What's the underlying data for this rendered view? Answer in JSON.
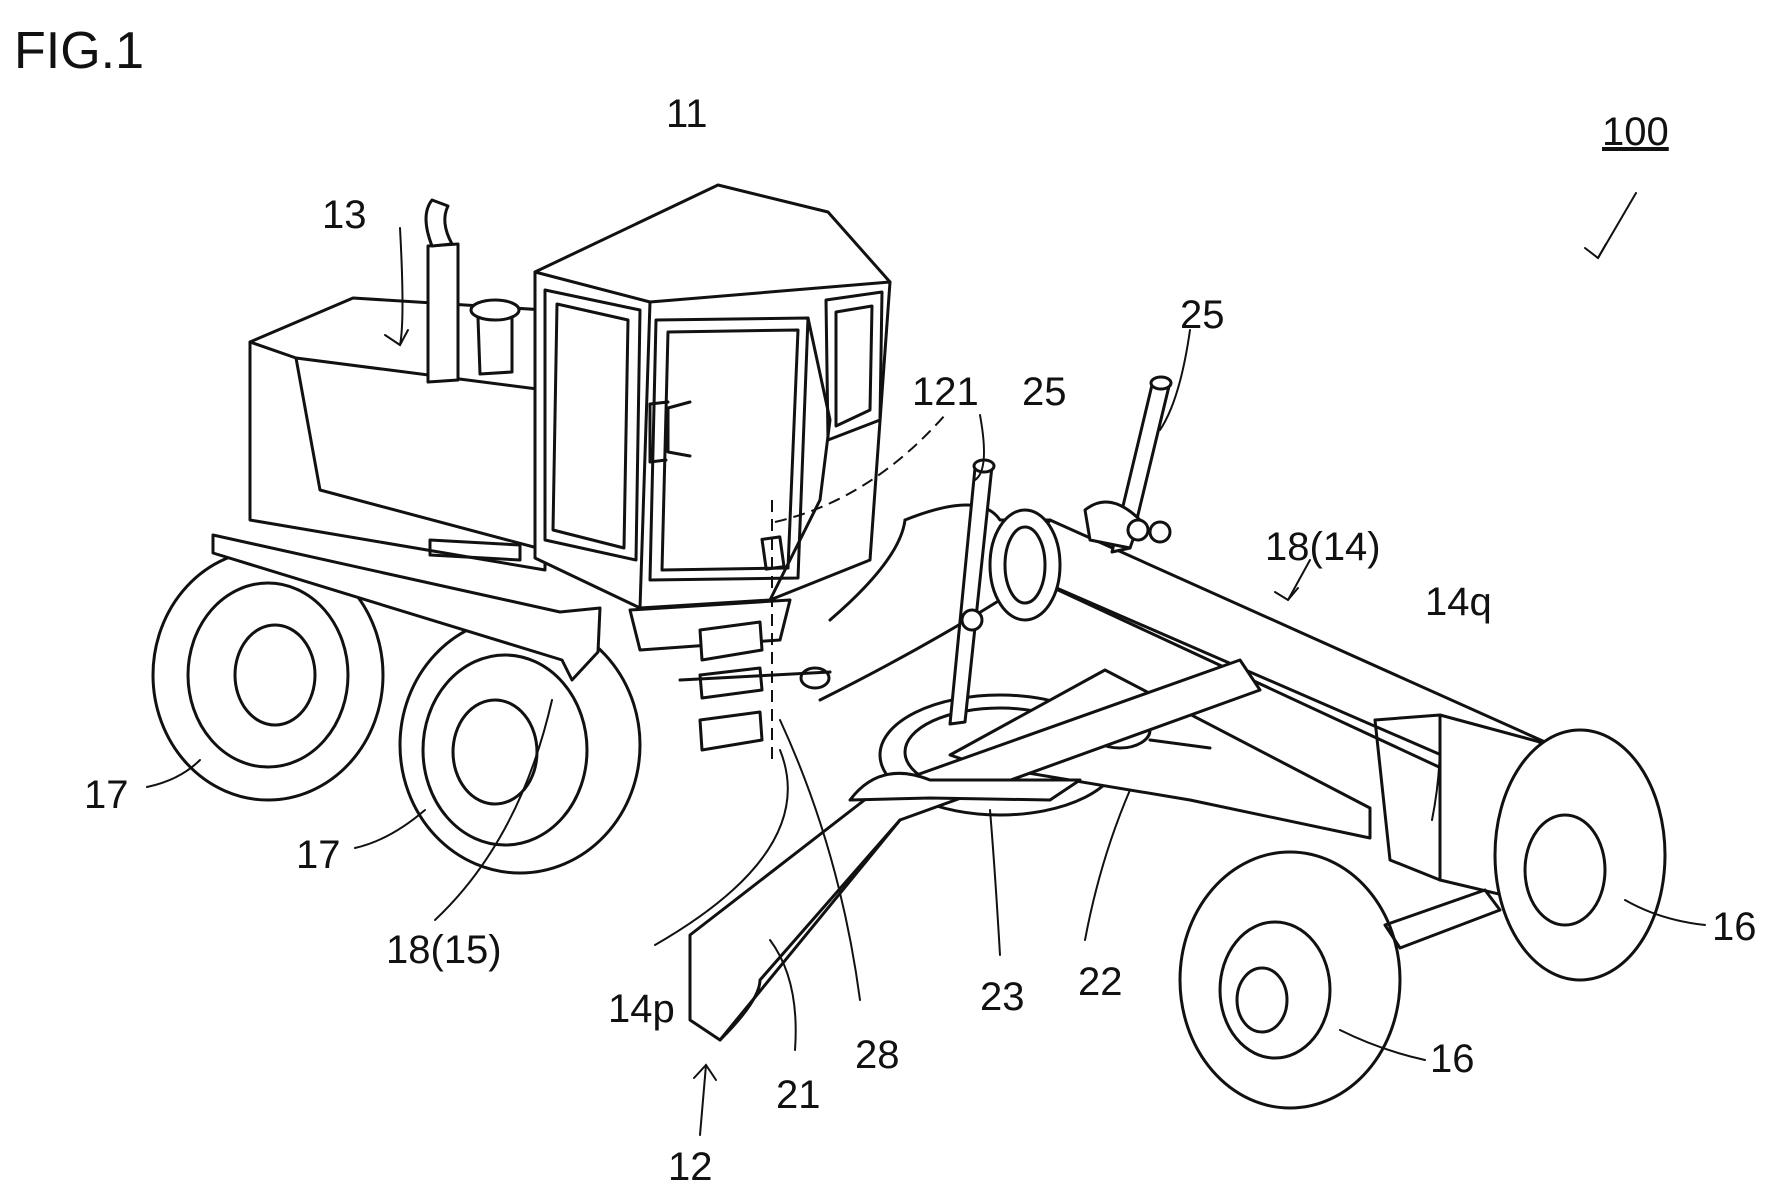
{
  "figure": {
    "title": "FIG.1",
    "labels": {
      "cab": "11",
      "work_implement": "12",
      "engine_room": "13",
      "front_wheel_1": "16",
      "front_wheel_2": "16",
      "rear_wheel_1": "17",
      "rear_wheel_2": "17",
      "rear_frame": "18(15)",
      "front_frame": "18(14)",
      "front_end": "14q",
      "frame_rear_end": "14p",
      "blade": "21",
      "drawbar": "22",
      "circle": "23",
      "cylinder_1": "25",
      "cylinder_2": "25",
      "articulation": "28",
      "cab_part": "121",
      "machine": "100"
    }
  }
}
